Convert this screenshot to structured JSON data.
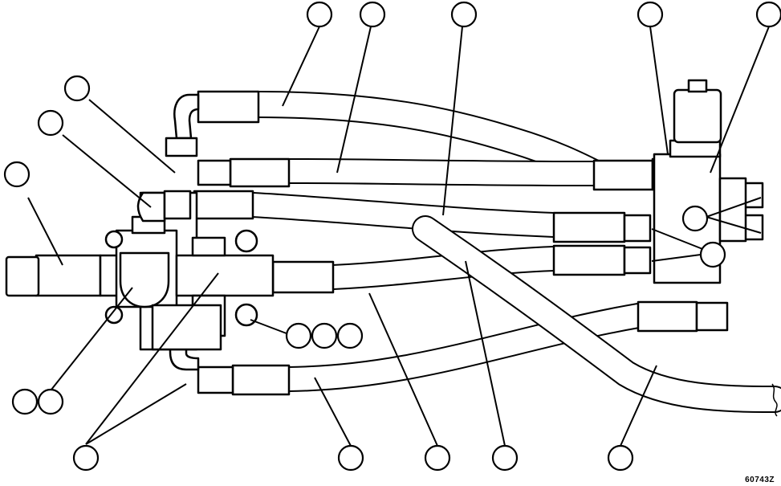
{
  "drawing_number": "60743Z",
  "callouts": {
    "count": 22,
    "style": "blank circle",
    "label_text": ""
  },
  "colors": {
    "line": "#000000",
    "background": "#ffffff"
  }
}
